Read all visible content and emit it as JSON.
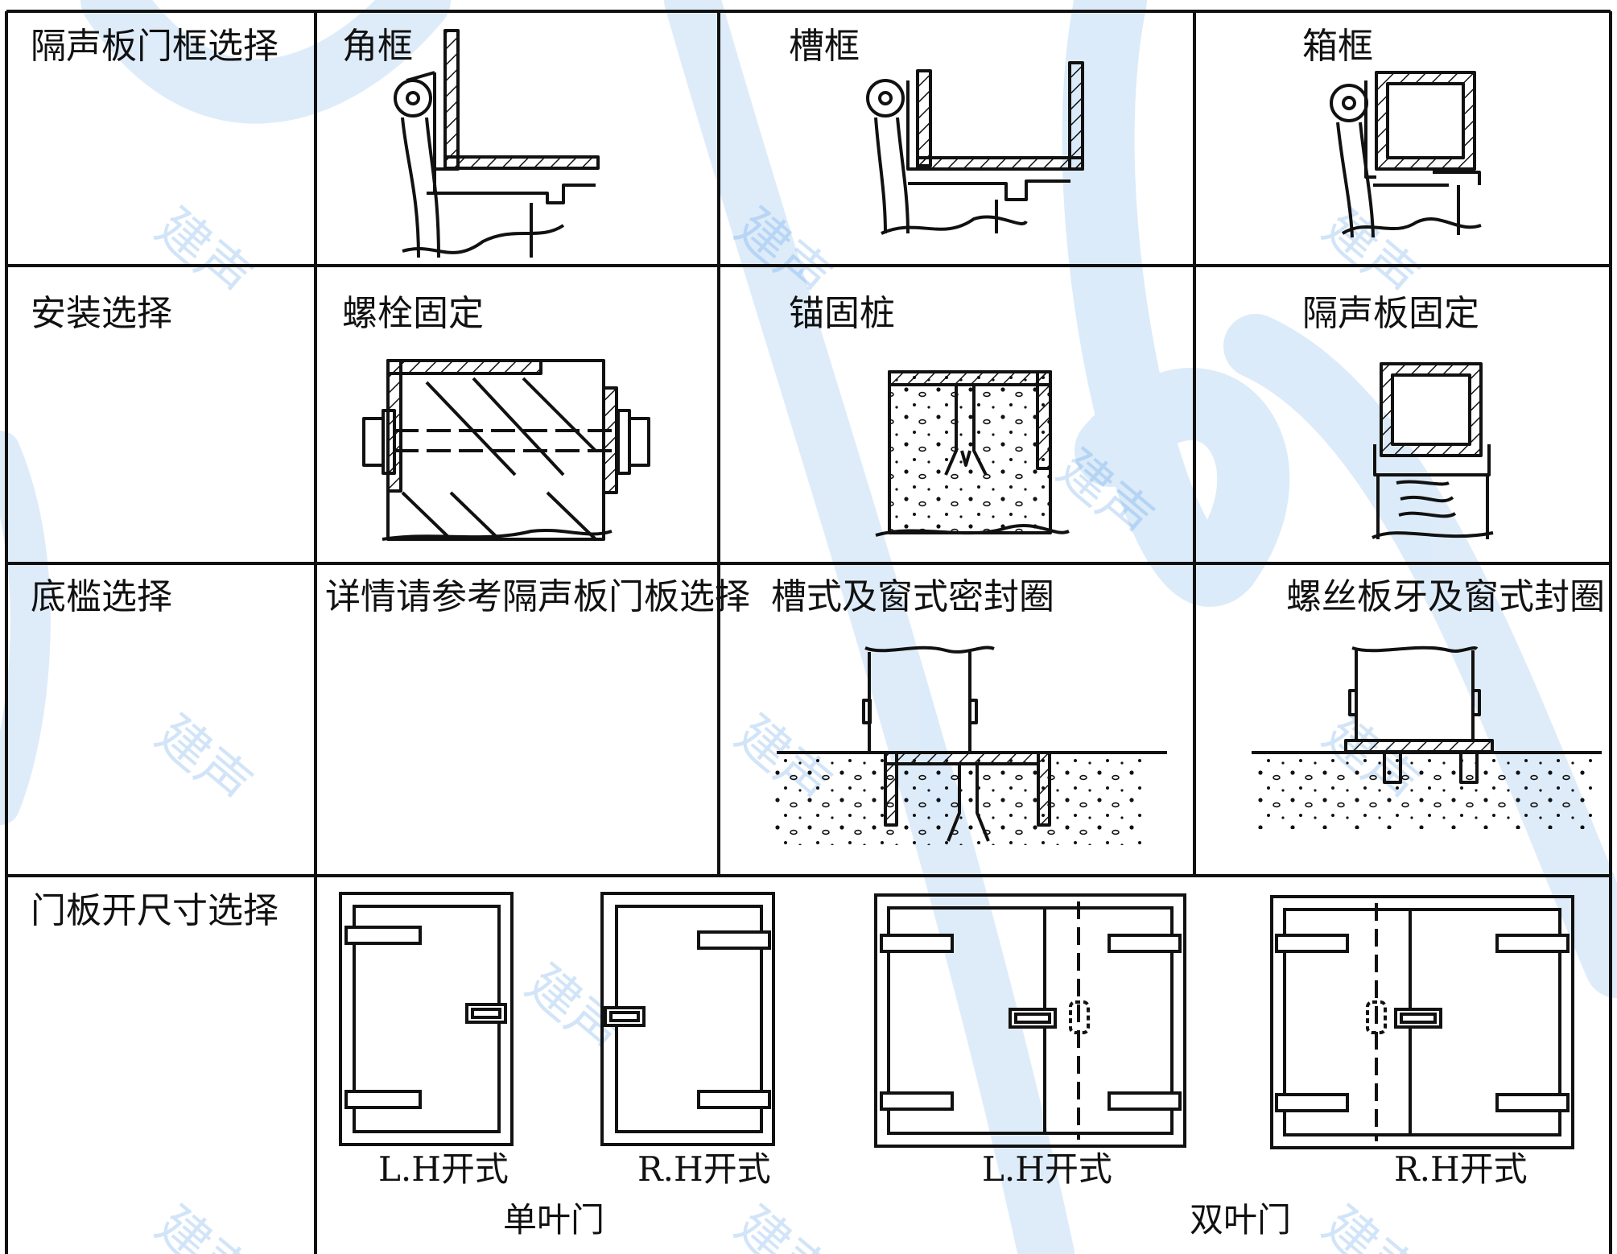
{
  "rows": [
    {
      "label": "隔声板门框选择",
      "items": [
        "角框",
        "槽框",
        "箱框"
      ]
    },
    {
      "label": "安装选择",
      "items": [
        "螺栓固定",
        "锚固桩",
        "隔声板固定"
      ]
    },
    {
      "label": "底槛选择",
      "items": [
        "详情请参考隔声板门板选择",
        "槽式及窗式密封圈",
        "螺丝板牙及窗式封圈"
      ]
    },
    {
      "label": "门板开尺寸选择",
      "items": []
    }
  ],
  "door_panels": {
    "single_leaf": {
      "label": "单叶门",
      "left_caption": "L.H开式",
      "right_caption": "R.H开式"
    },
    "double_leaf": {
      "label": "双叶门",
      "left_caption": "L.H开式",
      "right_caption": "R.H开式"
    }
  },
  "watermark": "建声",
  "colors": {
    "line": "#111111",
    "watermark": "#2f86df"
  }
}
